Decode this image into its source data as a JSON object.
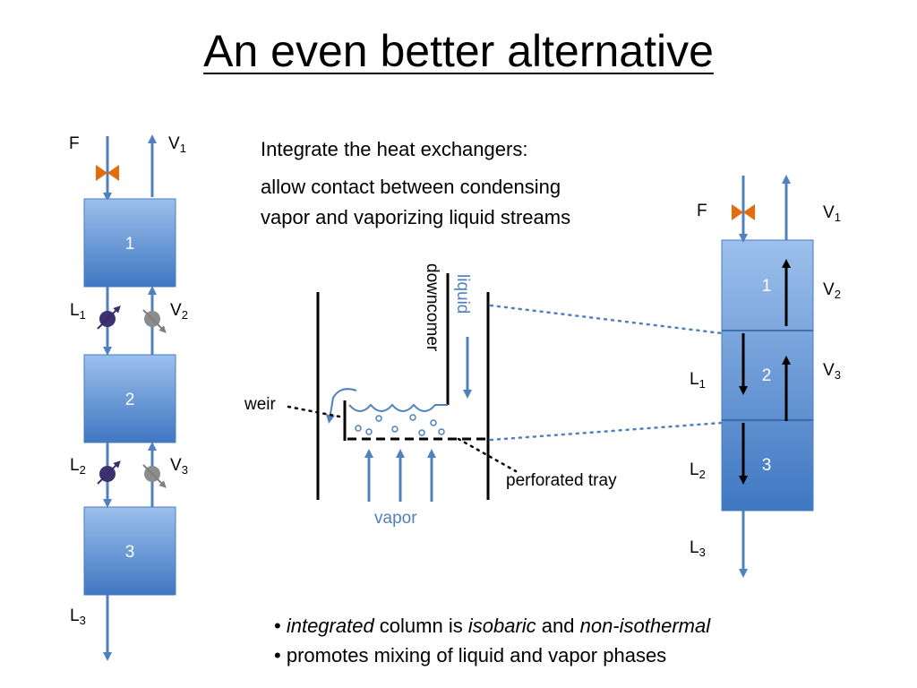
{
  "title": "An even better alternative",
  "intro": {
    "line1": "Integrate the heat exchangers:",
    "line2": "allow contact between condensing",
    "line3": "vapor and vaporizing liquid streams"
  },
  "left_column": {
    "feed": "F",
    "vapor_top": "V",
    "vapor_top_sub": "1",
    "stage1": "1",
    "stage2": "2",
    "stage3": "3",
    "l1": "L",
    "l1_sub": "1",
    "v2": "V",
    "v2_sub": "2",
    "l2": "L",
    "l2_sub": "2",
    "v3": "V",
    "v3_sub": "3",
    "l3": "L",
    "l3_sub": "3"
  },
  "tray": {
    "liquid": "liquid",
    "downcomer": "downcomer",
    "weir": "weir",
    "vapor": "vapor",
    "perforated_tray": "perforated tray"
  },
  "right_column": {
    "feed": "F",
    "v1": "V",
    "v1_sub": "1",
    "v2": "V",
    "v2_sub": "2",
    "v3": "V",
    "v3_sub": "3",
    "l1": "L",
    "l1_sub": "1",
    "l2": "L",
    "l2_sub": "2",
    "l3": "L",
    "l3_sub": "3",
    "stage1": "1",
    "stage2": "2",
    "stage3": "3"
  },
  "bullets": {
    "b1_word1": "integrated",
    "b1_word2": " column is ",
    "b1_word3": "isobaric",
    "b1_word4": " and ",
    "b1_word5": "non-isothermal",
    "b2": "promotes mixing of liquid and vapor phases"
  },
  "colors": {
    "box_fill_top": "#8db3e2",
    "box_fill_bottom": "#4a7ebf",
    "stream": "#4f81bd",
    "valve": "#e46c0a"
  }
}
